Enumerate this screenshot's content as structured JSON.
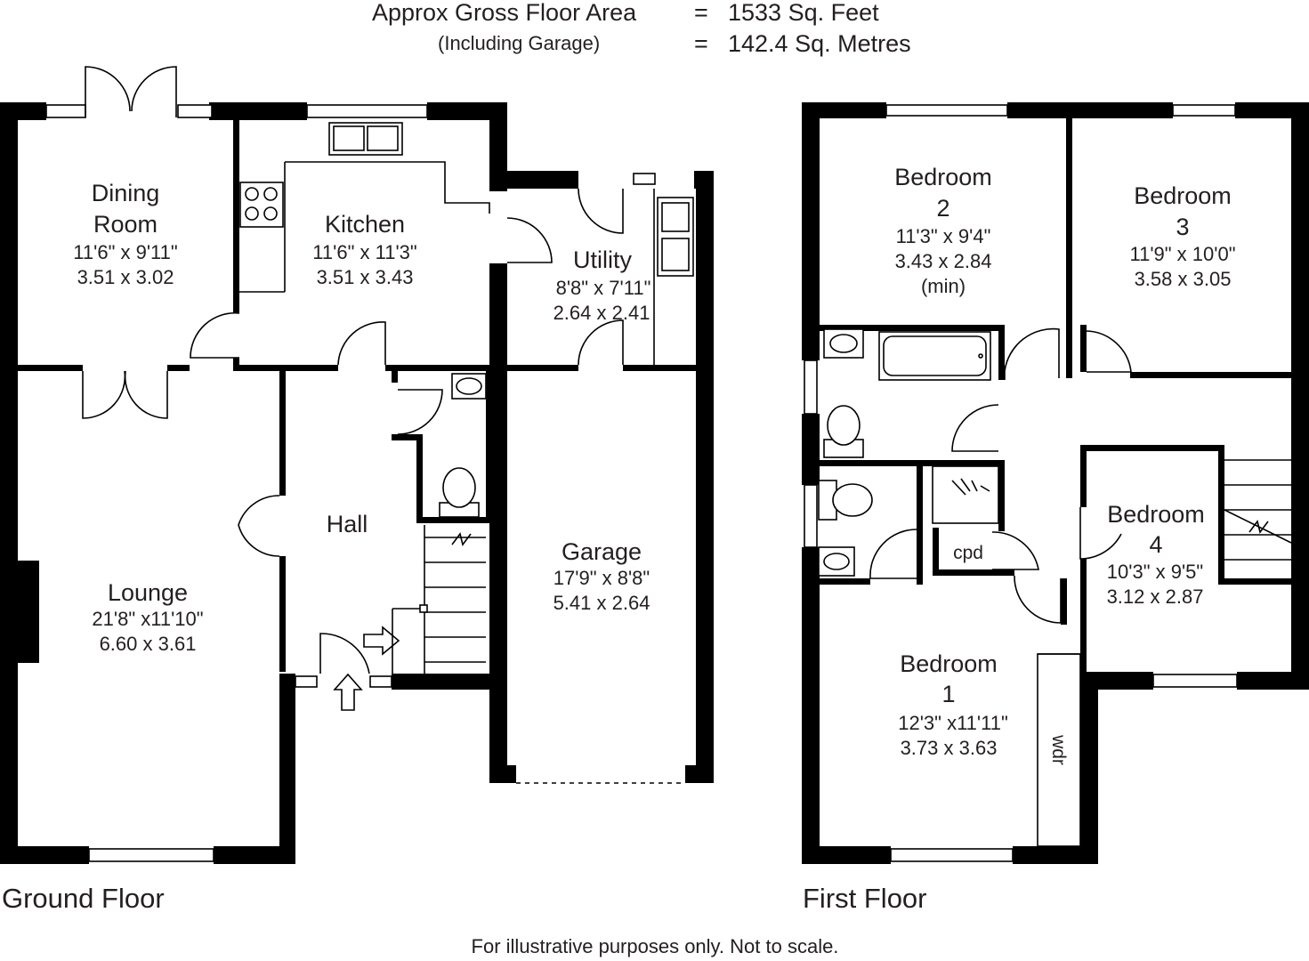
{
  "header": {
    "area_label": "Approx Gross Floor Area",
    "equals_1": "=",
    "area_sqft": "1533  Sq. Feet",
    "garage_note": "(Including Garage)",
    "equals_2": "=",
    "area_sqm": "142.4  Sq. Metres"
  },
  "ground_floor": {
    "label": "Ground Floor",
    "dining": {
      "name_1": "Dining",
      "name_2": "Room",
      "imperial": "11'6\" x 9'11\"",
      "metric": "3.51  x  3.02"
    },
    "kitchen": {
      "name": "Kitchen",
      "imperial": "11'6\" x 11'3\"",
      "metric": "3.51  x  3.43"
    },
    "utility": {
      "name": "Utility",
      "imperial": "8'8\"   x 7'11\"",
      "metric": "2.64  x  2.41"
    },
    "hall": {
      "name": "Hall"
    },
    "lounge": {
      "name": "Lounge",
      "imperial": "21'8\"  x11'10\"",
      "metric": "6.60  x  3.61"
    },
    "garage": {
      "name": "Garage",
      "imperial": "17'9\"  x  8'8\"",
      "metric": "5.41  x  2.64"
    }
  },
  "first_floor": {
    "label": "First Floor",
    "bedroom2": {
      "name_1": "Bedroom",
      "name_2": "2",
      "imperial": "11'3\"  x  9'4\"",
      "metric": "3.43  x  2.84",
      "note": "(min)"
    },
    "bedroom3": {
      "name_1": "Bedroom",
      "name_2": "3",
      "imperial": "11'9\"  x 10'0\"",
      "metric": "3.58  x  3.05"
    },
    "bedroom4": {
      "name_1": "Bedroom",
      "name_2": "4",
      "imperial": "10'3\"  x  9'5\"",
      "metric": "3.12  x  2.87"
    },
    "bedroom1": {
      "name_1": "Bedroom",
      "name_2": "1",
      "imperial": "12'3\"  x11'11\"",
      "metric": "3.73  x  3.63"
    },
    "cupboard": "cpd",
    "wardrobe": "wdr"
  },
  "footer": {
    "disclaimer": "For illustrative purposes only. Not to scale."
  }
}
